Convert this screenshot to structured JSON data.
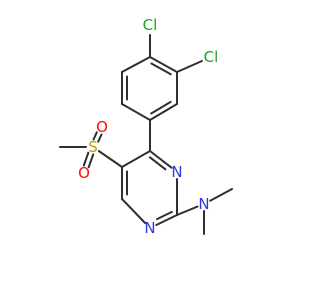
{
  "molecule": {
    "atoms": [
      {
        "id": "cl1",
        "element": "Cl",
        "label": "Cl",
        "color": "#1fa11f"
      },
      {
        "id": "cl2",
        "element": "Cl",
        "label": "Cl",
        "color": "#1fa11f"
      },
      {
        "id": "s",
        "element": "S",
        "label": "S",
        "color": "#b5a000"
      },
      {
        "id": "o1",
        "element": "O",
        "label": "O",
        "color": "#ff0d0d"
      },
      {
        "id": "o2",
        "element": "O",
        "label": "O",
        "color": "#ff0d0d"
      },
      {
        "id": "n1",
        "element": "N",
        "label": "N",
        "color": "#2b3ae0"
      },
      {
        "id": "n2",
        "element": "N",
        "label": "N",
        "color": "#2b3ae0"
      },
      {
        "id": "n3",
        "element": "N",
        "label": "N",
        "color": "#2b3ae0"
      }
    ],
    "bond_color": "#2f2f2f"
  }
}
